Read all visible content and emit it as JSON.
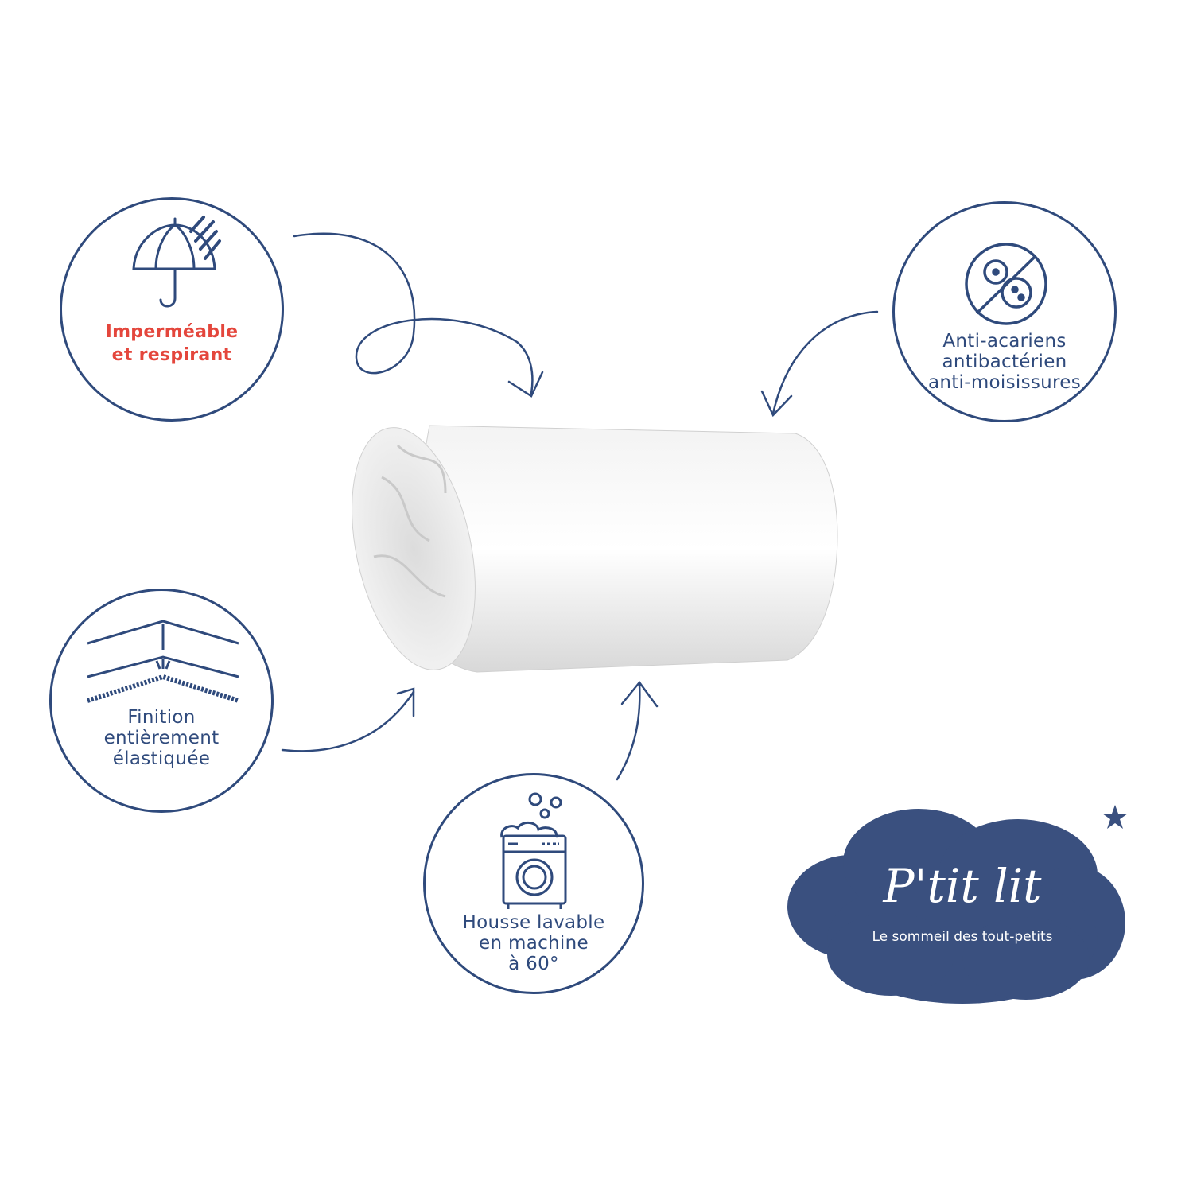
{
  "features": [
    {
      "label_lines": [
        "Imperméable",
        "et respirant"
      ],
      "icon": "umbrella-rain-icon"
    },
    {
      "label_lines": [
        "Anti-acariens",
        "antibactérien",
        "anti-moisissures"
      ],
      "icon": "no-bacteria-icon"
    },
    {
      "label_lines": [
        "Finition",
        "entièrement",
        "élastiquée"
      ],
      "icon": "elastic-mattress-icon"
    },
    {
      "label_lines": [
        "Housse lavable",
        "en machine",
        "à 60°"
      ],
      "icon": "washing-machine-icon"
    }
  ],
  "logo": {
    "title": "P'tit lit",
    "tagline": "Le sommeil des tout-petits"
  },
  "colors": {
    "navy": "#2f4a7c",
    "red": "#e4463c",
    "logo": "#3a507f"
  }
}
